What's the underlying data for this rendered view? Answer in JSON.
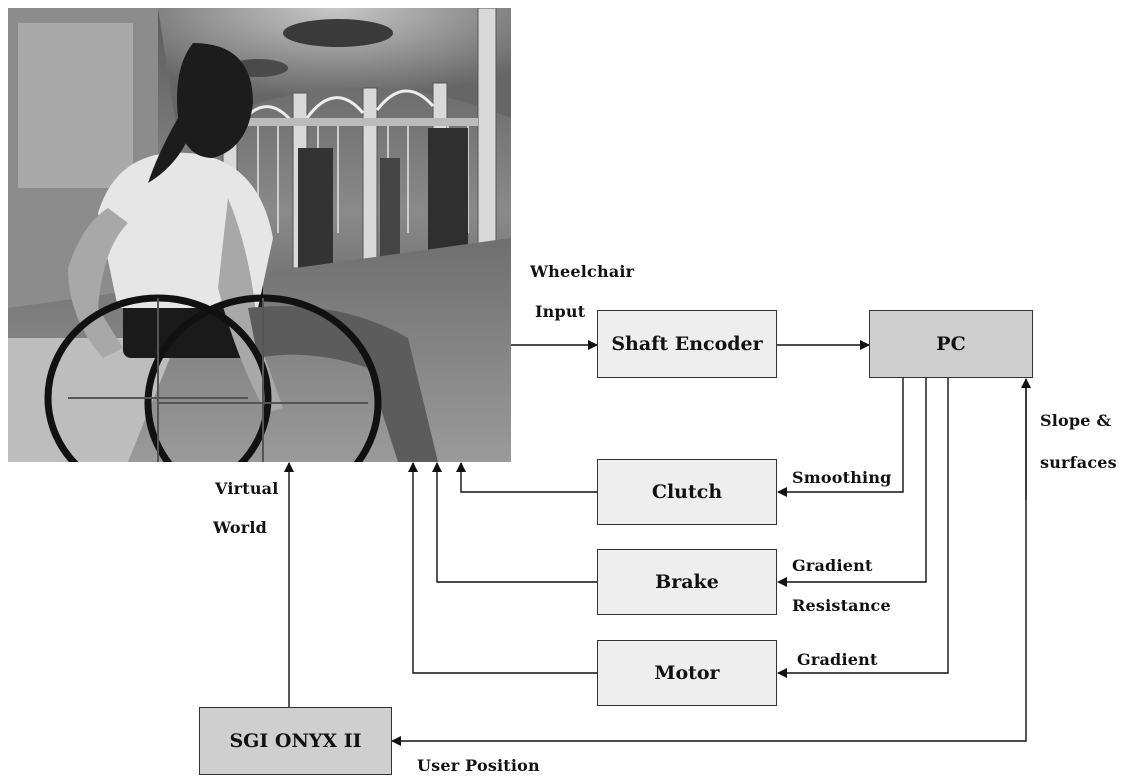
{
  "boxes": {
    "shaft_encoder": "Shaft Encoder",
    "pc": "PC",
    "clutch": "Clutch",
    "brake": "Brake",
    "motor": "Motor",
    "sgi": "SGI ONYX II"
  },
  "labels": {
    "wheelchair": "Wheelchair",
    "input": "Input",
    "slope": "Slope &",
    "surfaces": "surfaces",
    "smoothing": "Smoothing",
    "gradient_resistance_1": "Gradient",
    "gradient_resistance_2": "Resistance",
    "gradient": "Gradient",
    "virtual": "Virtual",
    "world": "World",
    "user_position": "User Position"
  },
  "photo": {
    "subject": "person-in-wheelchair-in-virtual-environment"
  },
  "colors": {
    "box_light": "#eeeeee",
    "box_dark": "#cfcfcf",
    "line": "#111111"
  }
}
